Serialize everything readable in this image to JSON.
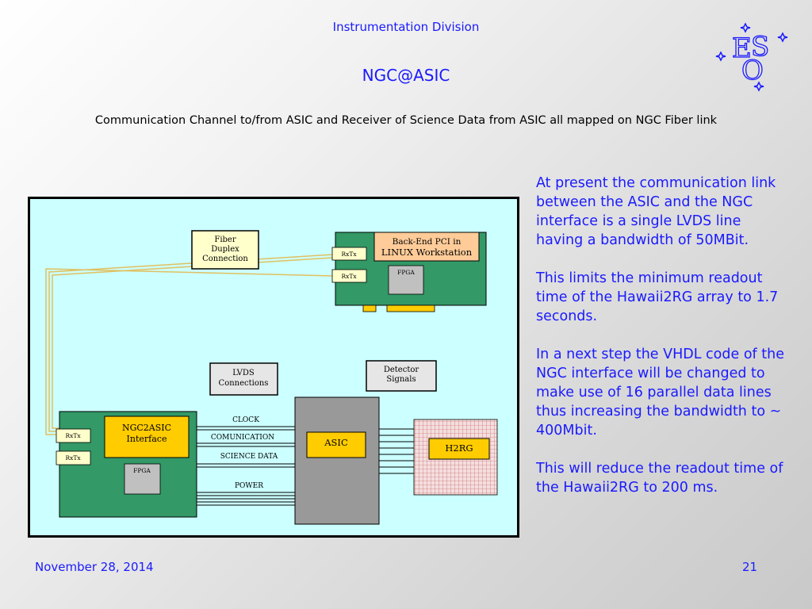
{
  "header": {
    "division": "Instrumentation Division",
    "title": "NGC@ASIC",
    "subtitle": "Communication Channel to/from ASIC and Receiver of Science Data from ASIC all mapped on NGC Fiber link"
  },
  "logo": {
    "letters": [
      "E",
      "S",
      "O"
    ]
  },
  "diagram": {
    "fiber_box": [
      "Fiber",
      "Duplex",
      "Connection"
    ],
    "backend_box": [
      "Back-End PCI in",
      "LINUX Workstation"
    ],
    "rxtx": "RxTx",
    "fpga": "FPGA",
    "lvds_box": [
      "LVDS",
      "Connections"
    ],
    "detector_box": [
      "Detector",
      "Signals"
    ],
    "ngc2asic_box": [
      "NGC2ASIC",
      "Interface"
    ],
    "asic": "ASIC",
    "h2rg": "H2RG",
    "bus_labels": {
      "clock": "CLOCK",
      "communication": "COMUNICATION",
      "science": "SCIENCE  DATA",
      "power": "POWER"
    }
  },
  "body": {
    "p1": "At present the communication link between the ASIC and the NGC interface is a single LVDS line having a bandwidth of 50MBit.",
    "p2": "This limits the minimum readout time of the Hawaii2RG array to 1.7 seconds.",
    "p3": "In a next step the VHDL code of the NGC interface will be changed to make use of 16 parallel data lines thus increasing the bandwidth to ~ 400Mbit.",
    "p4": "This will reduce the readout time of the Hawaii2RG to 200 ms."
  },
  "footer": {
    "date": "November 28, 2014",
    "page": "21"
  },
  "colors": {
    "blue": "#1a1aff",
    "diagram_bg": "#ccffff",
    "board_green": "#339966",
    "orange_box": "#ffcc00",
    "peach_box": "#ffcc99",
    "gray_box": "#c0c0c0",
    "asic_gray": "#999999"
  }
}
